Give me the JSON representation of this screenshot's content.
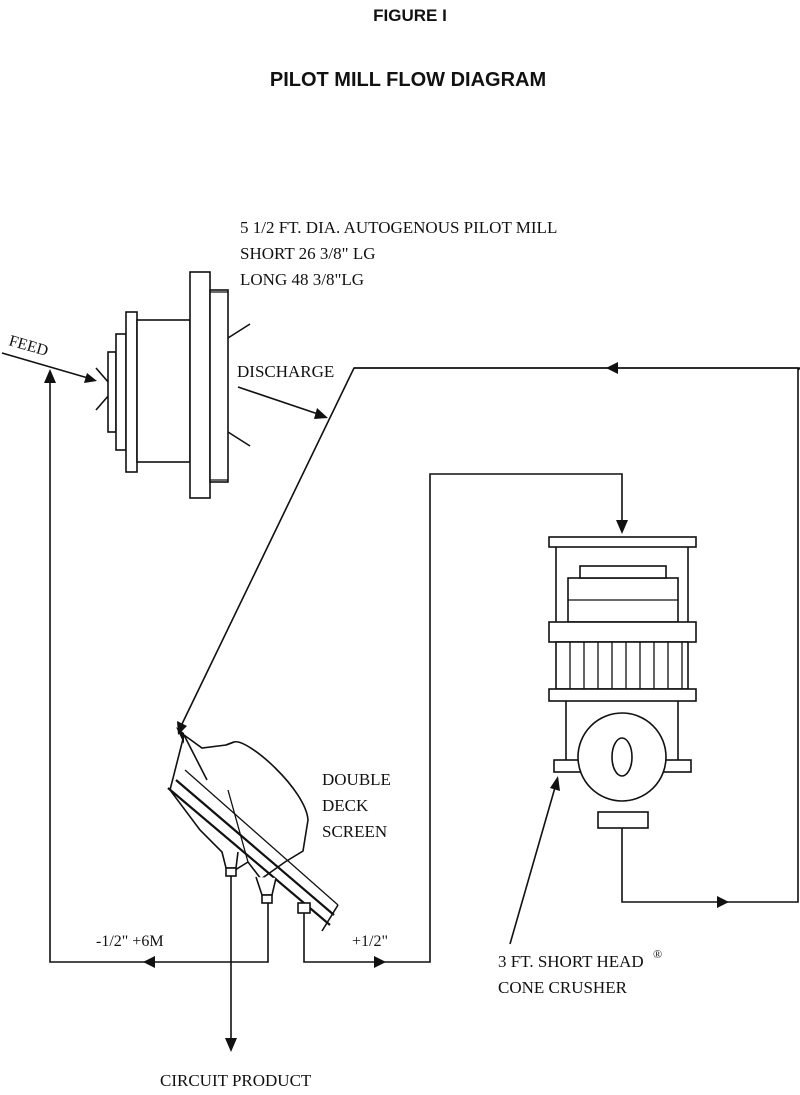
{
  "figure_label": "FIGURE I",
  "title": "PILOT MILL FLOW DIAGRAM",
  "mill": {
    "line1": "5 1/2 FT. DIA. AUTOGENOUS PILOT MILL",
    "line2": "SHORT  26 3/8\" LG",
    "line3": "LONG  48 3/8\"LG"
  },
  "labels": {
    "feed": "FEED",
    "discharge": "DISCHARGE",
    "screen_line1": "DOUBLE",
    "screen_line2": "DECK",
    "screen_line3": "SCREEN",
    "undersize": "-1/2\" +6M",
    "oversize": "+1/2\"",
    "crusher_line1": "3 FT. SHORT HEAD",
    "crusher_mark": "®",
    "crusher_line2": "CONE CRUSHER",
    "product": "CIRCUIT PRODUCT"
  }
}
